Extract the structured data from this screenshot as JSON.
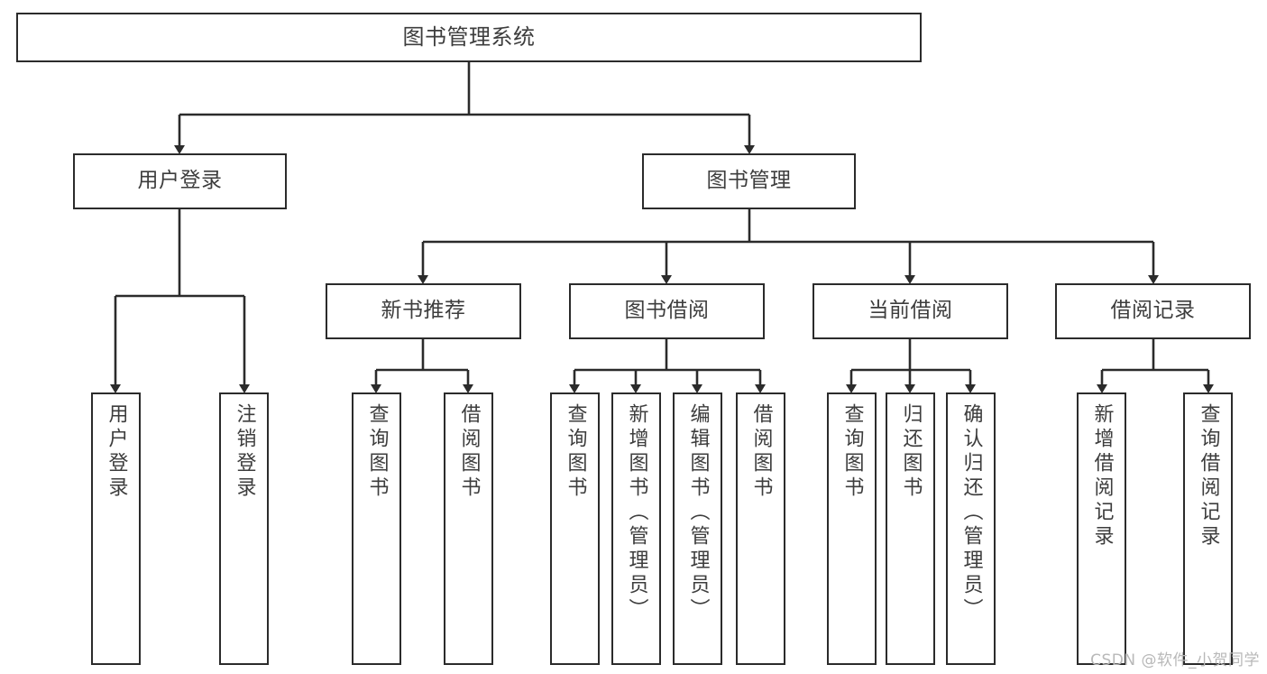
{
  "diagram": {
    "title": "图书管理系统",
    "watermark": "CSDN @软件_小贺同学",
    "colors": {
      "stroke": "#2b2b2b",
      "box_fill": "#ffffff",
      "text": "#3d3d3d",
      "background": "#ffffff",
      "watermark": "#b8b8b8"
    },
    "levels": {
      "level1": [
        {
          "id": "root",
          "label": "图书管理系统"
        }
      ],
      "level2": [
        {
          "id": "user-login",
          "label": "用户登录"
        },
        {
          "id": "book-manage",
          "label": "图书管理"
        }
      ],
      "level3": [
        {
          "id": "new-book-rec",
          "label": "新书推荐"
        },
        {
          "id": "book-borrow",
          "label": "图书借阅"
        },
        {
          "id": "current-borrow",
          "label": "当前借阅"
        },
        {
          "id": "borrow-record",
          "label": "借阅记录"
        }
      ],
      "leaves": [
        {
          "id": "leaf-user-login",
          "label": "用户登录",
          "parent": "user-login"
        },
        {
          "id": "leaf-logout",
          "label": "注销登录",
          "parent": "user-login"
        },
        {
          "id": "leaf-query-book-1",
          "label": "查询图书",
          "parent": "new-book-rec"
        },
        {
          "id": "leaf-borrow-book-1",
          "label": "借阅图书",
          "parent": "new-book-rec"
        },
        {
          "id": "leaf-query-book-2",
          "label": "查询图书",
          "parent": "book-borrow"
        },
        {
          "id": "leaf-add-book",
          "label": "新增图书（管理员）",
          "parent": "book-borrow"
        },
        {
          "id": "leaf-edit-book",
          "label": "编辑图书（管理员）",
          "parent": "book-borrow"
        },
        {
          "id": "leaf-borrow-book-2",
          "label": "借阅图书",
          "parent": "book-borrow"
        },
        {
          "id": "leaf-query-book-3",
          "label": "查询图书",
          "parent": "current-borrow"
        },
        {
          "id": "leaf-return-book",
          "label": "归还图书",
          "parent": "current-borrow"
        },
        {
          "id": "leaf-confirm-return",
          "label": "确认归还（管理员）",
          "parent": "current-borrow"
        },
        {
          "id": "leaf-add-record",
          "label": "新增借阅记录",
          "parent": "borrow-record"
        },
        {
          "id": "leaf-query-record",
          "label": "查询借阅记录",
          "parent": "borrow-record"
        }
      ]
    }
  }
}
